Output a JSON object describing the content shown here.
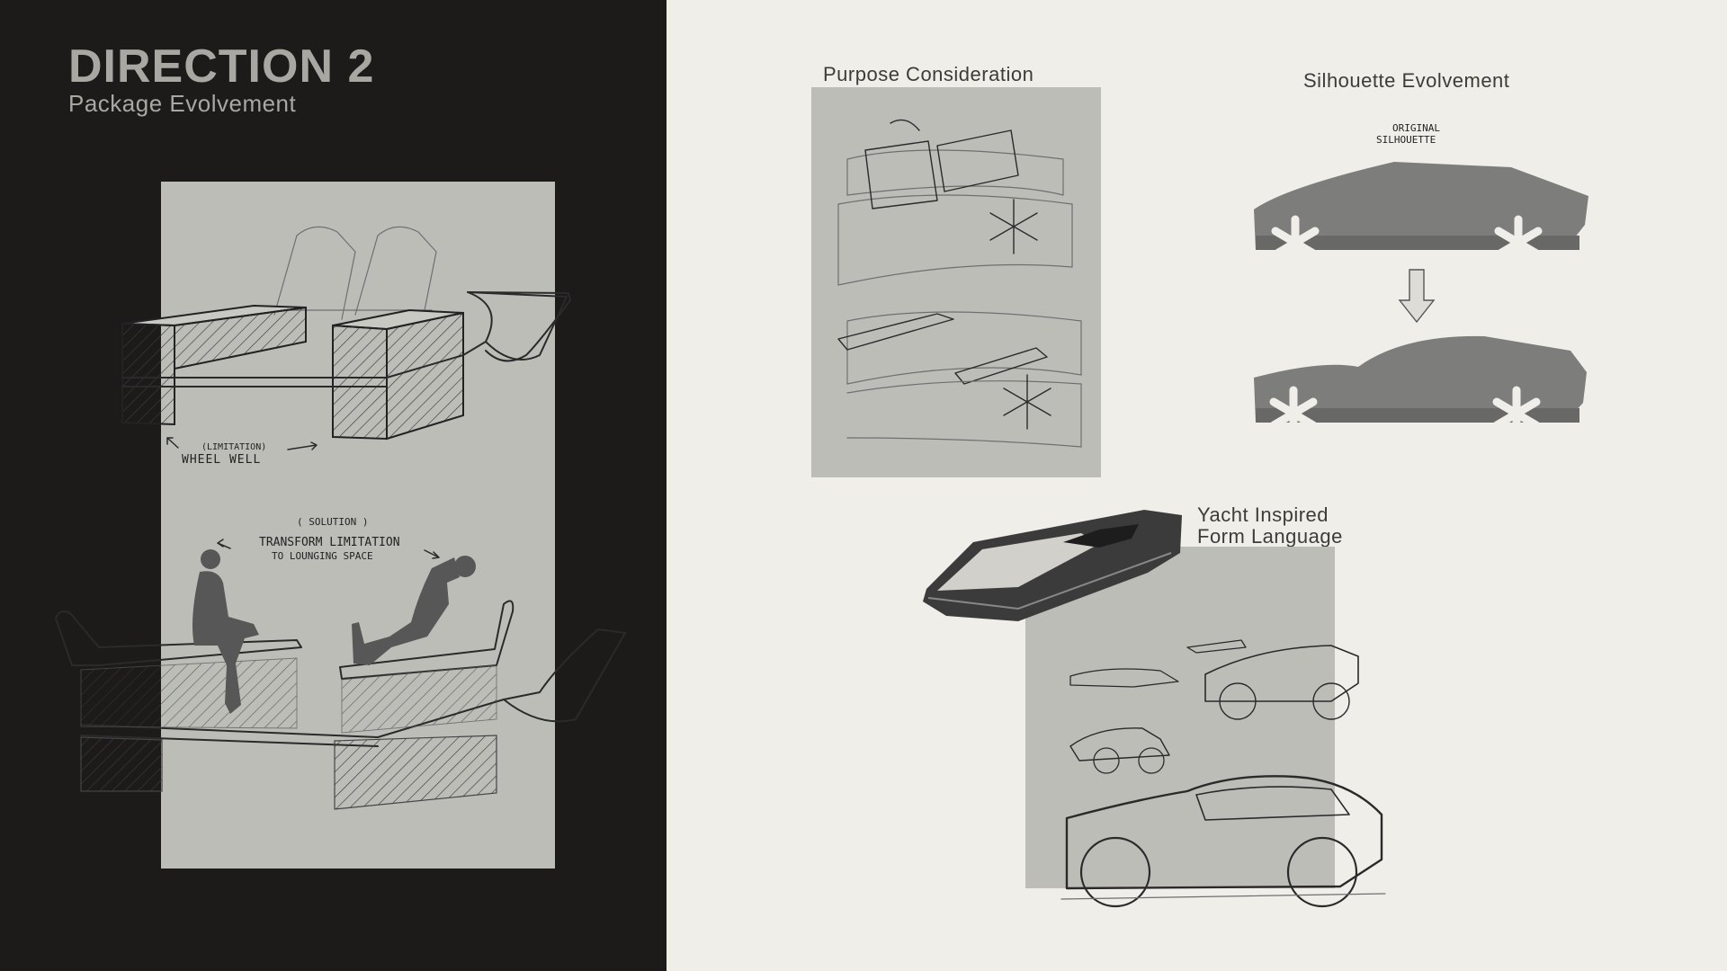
{
  "header": {
    "title": "DIRECTION 2",
    "subtitle": "Package Evolvement"
  },
  "sections": {
    "purpose": "Purpose Consideration",
    "silhouette": "Silhouette Evolvement",
    "yacht_line1": "Yacht Inspired",
    "yacht_line2": "Form Language"
  },
  "annotations": {
    "limitation": "(Limitation)",
    "wheel_well": "Wheel Well",
    "solution": "( Solution )",
    "transform_line1": "Transform Limitation",
    "transform_line2": "to Lounging Space",
    "original_line1": "Original",
    "original_line2": "Silhouette"
  },
  "icons": [
    "wheel-asterisk-icon",
    "down-arrow-icon",
    "person-sitting-icon",
    "person-reclining-icon"
  ],
  "colors": {
    "dark_panel": "#1c1b1a",
    "light_panel": "#f0eee9",
    "sketch_panel": "#bdbdb8",
    "silhouette": "#7d7d7b",
    "title": "#a9a7a2"
  }
}
